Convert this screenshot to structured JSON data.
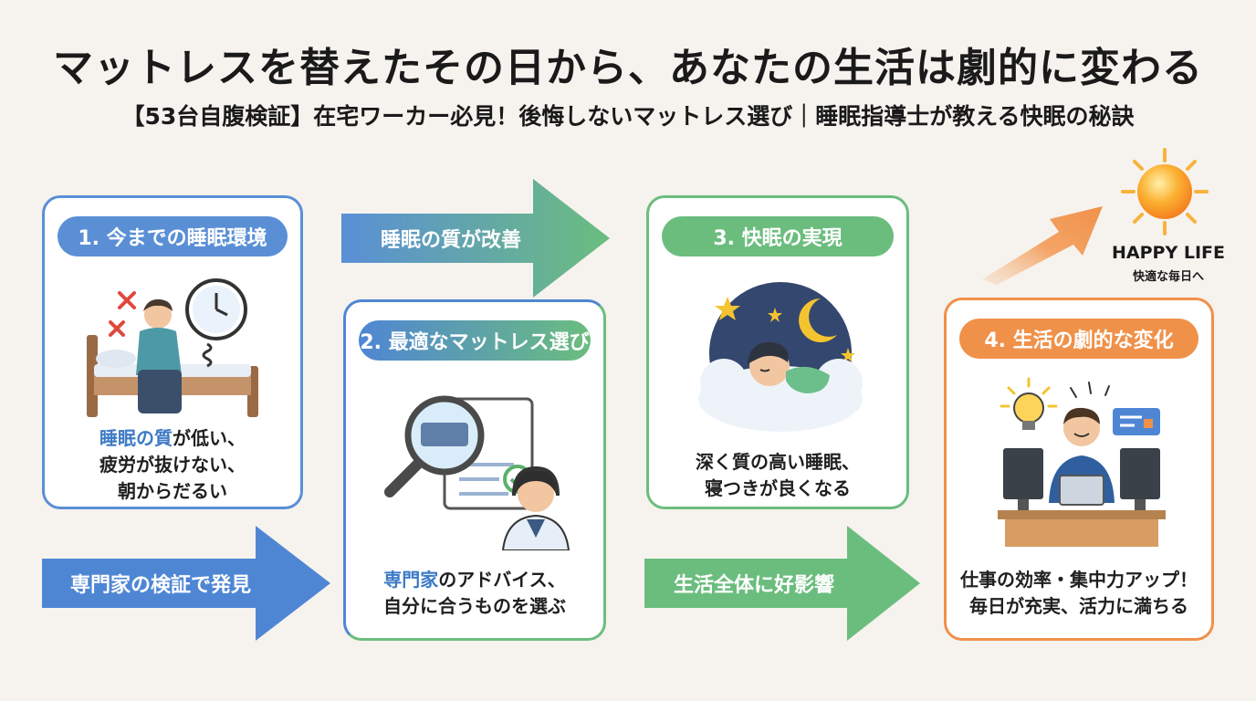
{
  "header": {
    "title": "マットレスを替えたその日から、あなたの生活は劇的に変わる",
    "subtitle": "【53台自腹検証】在宅ワーカー必見！後悔しないマットレス選び｜睡眠指導士が教える快眠の秘訣"
  },
  "steps": [
    {
      "label": "1. 今までの睡眠環境",
      "text_highlight": "睡眠の質",
      "text_lines": [
        "が低い、",
        "疲労が抜けない、",
        "朝からだるい"
      ],
      "color": "#5a8fd6"
    },
    {
      "label": "2. 最適なマットレス選び",
      "text_highlight": "専門家",
      "text_lines": [
        "のアドバイス、",
        "自分に合うものを選ぶ"
      ],
      "color": "#4f86d4"
    },
    {
      "label": "3. 快眠の実現",
      "text_lines": [
        "深く質の高い睡眠、",
        "寝つきが良くなる"
      ],
      "color": "#6bbd7e"
    },
    {
      "label": "4. 生活の劇的な変化",
      "text_lines": [
        "仕事の効率・集中力アップ！",
        "毎日が充実、活力に満ちる"
      ],
      "color": "#f0914a"
    }
  ],
  "arrows": {
    "a1": "睡眠の質が改善",
    "a2": "専門家の検証で発見",
    "a3": "生活全体に好影響"
  },
  "goal": {
    "title": "HAPPY LIFE",
    "subtitle": "快適な毎日へ"
  },
  "icons": [
    "cross-mark-icon",
    "clock-icon",
    "bed-icon",
    "magnifier-icon",
    "document-icon",
    "checkmark-icon",
    "headset-operator-icon",
    "moon-icon",
    "star-icon",
    "cloud-icon",
    "sleeping-person-icon",
    "lightbulb-icon",
    "monitor-icon",
    "chat-bubble-icon",
    "laptop-icon",
    "sun-icon"
  ]
}
